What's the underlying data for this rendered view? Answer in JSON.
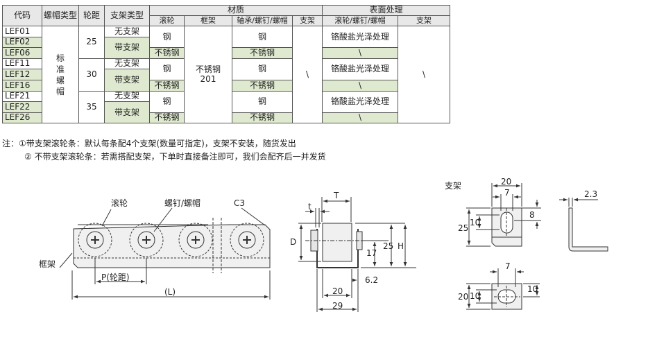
{
  "table": {
    "headers": {
      "code": "代码",
      "screw_type": "螺帽类型",
      "pitch": "轮距",
      "bracket_type": "支架类型",
      "material": "材质",
      "surface": "表面处理"
    },
    "subheaders": {
      "roller": "滚轮",
      "frame": "框架",
      "bearing_screw_nut": "轴承/螺钉/螺帽",
      "bracket": "支架",
      "surf_roller_screw_nut": "滚轮/螺钉/螺帽",
      "surf_bracket": "支架"
    },
    "codes": [
      "LEF01",
      "LEF02",
      "LEF06",
      "LEF11",
      "LEF12",
      "LEF16",
      "LEF21",
      "LEF22",
      "LEF26"
    ],
    "screw_type_value": "标准螺帽",
    "screw_type_chars": [
      "标",
      "准",
      "螺",
      "帽"
    ],
    "pitches": [
      "25",
      "30",
      "35"
    ],
    "bracket_with": "带支架",
    "bracket_without": "无支架",
    "roller_steel": "钢",
    "roller_stainless": "不锈钢",
    "frame_value_line1": "不锈钢",
    "frame_value_line2": "201",
    "bearing_steel": "钢",
    "bearing_stainless": "不锈钢",
    "bracket_material": "\\",
    "surface_chromate": "铬酸盐光泽处理",
    "surface_none": "\\",
    "surface_bracket": "\\"
  },
  "notes": {
    "line1": "注：①带支架滚轮条：默认每条配4个支架(数量可指定)，支架不安装，随货发出",
    "line2": "② 不带支架滚轮条：若需搭配支架，下单时直接备注即可，我们会配齐后一并发货"
  },
  "drawing": {
    "roller_label": "滚轮",
    "screw_label": "螺钉/螺帽",
    "c3_label": "C3",
    "frame_label": "框架",
    "pitch_label": "P(轮距)",
    "length_label": "(L)",
    "side_labels": {
      "t": "t",
      "T": "T",
      "D": "D",
      "H": "H",
      "d17": "17",
      "d25": "25",
      "d20": "20",
      "d62": "6.2",
      "d29": "29"
    },
    "bracket_title": "支架",
    "bracket_dims": {
      "w20": "20",
      "w7": "7",
      "h25": "25",
      "h10": "10",
      "h8": "8",
      "t23": "2.3",
      "b7": "7",
      "b20": "20",
      "b10a": "10",
      "b10b": "10"
    }
  },
  "colors": {
    "accent_green": "#dfe9cf",
    "header_gray": "#e8e8e8",
    "part_fill": "#f0f0f0"
  }
}
